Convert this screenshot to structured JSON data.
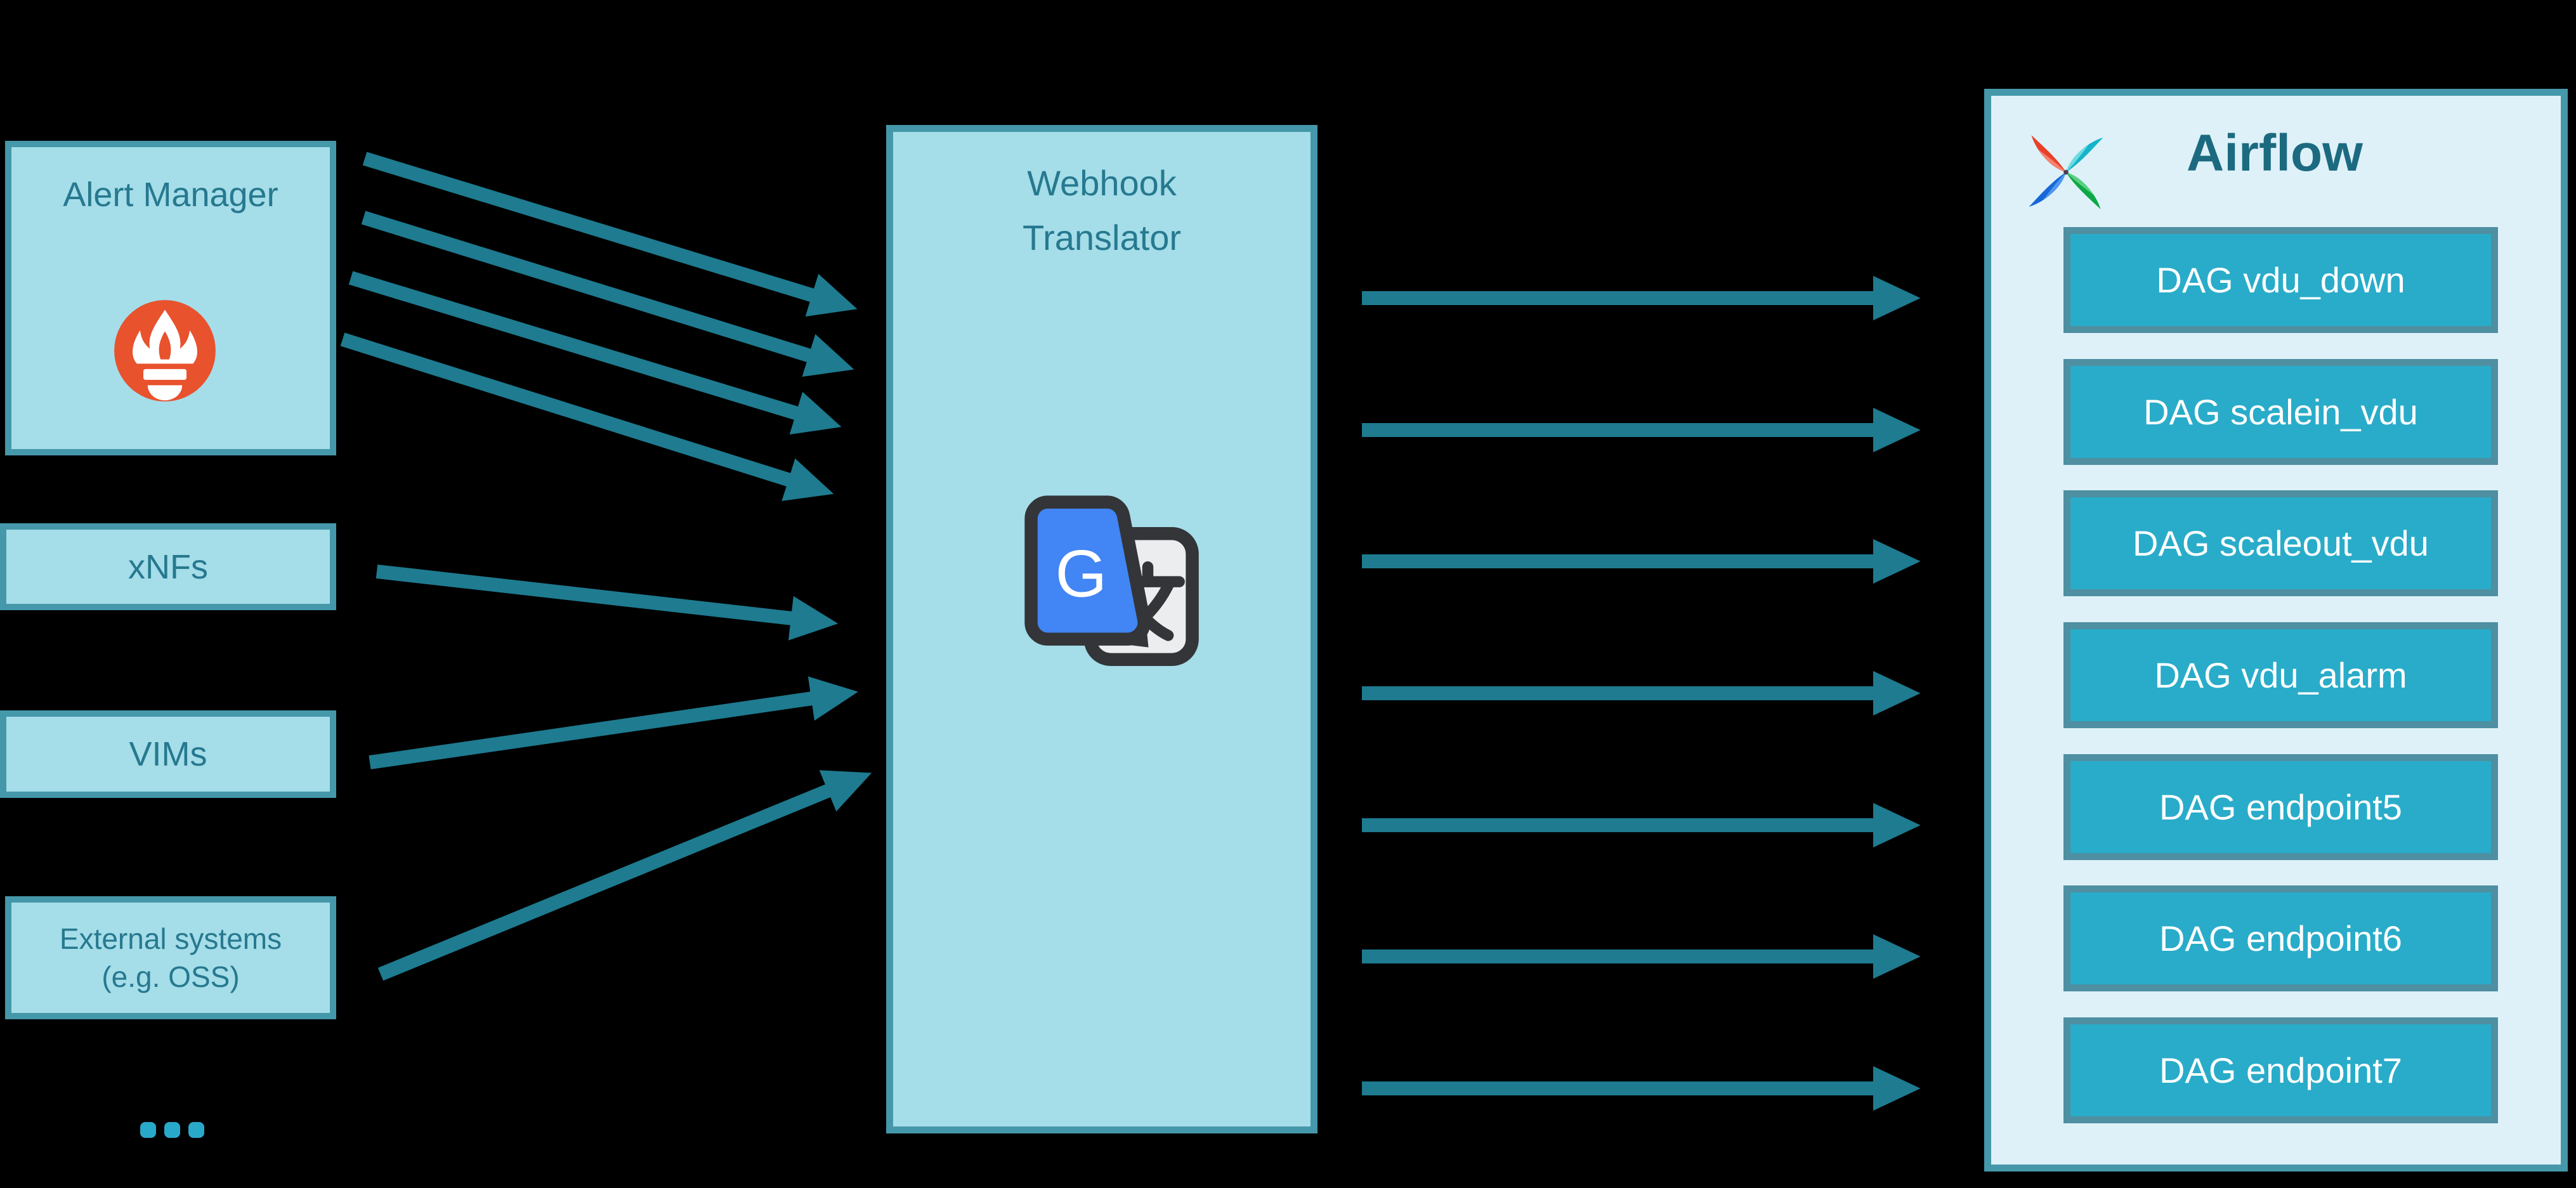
{
  "palette": {
    "bg": "#000000",
    "boxFill": "#a5dde9",
    "boxBorder": "#4597aa",
    "boxText": "#26798f",
    "arrow": "#1e7b90",
    "airflowFill": "#def1f8",
    "airflowTitle": "#1c6a80",
    "dagFill": "#29acc9",
    "dagBorder": "#4e8fa2",
    "dagText": "#ffffff",
    "prometheus": "#e8522d",
    "dots": "#29a9ca",
    "gblue": "#4285f4",
    "gblueDark": "#3367d6",
    "gcard": "#ebedef",
    "gink": "#333538"
  },
  "sources": {
    "alert_manager": {
      "label": "Alert Manager",
      "icon": "prometheus-icon"
    },
    "xnfs": {
      "label": "xNFs"
    },
    "vims": {
      "label": "VIMs"
    },
    "external": {
      "line1": "External systems",
      "line2": "(e.g. OSS)"
    },
    "more_indicator": "..."
  },
  "translator": {
    "line1": "Webhook",
    "line2": "Translator",
    "icon": "google-translate-icon",
    "g_glyph": "G"
  },
  "airflow": {
    "title": "Airflow",
    "icon": "airflow-pinwheel-icon",
    "dags": [
      "DAG vdu_down",
      "DAG scalein_vdu",
      "DAG scaleout_vdu",
      "DAG vdu_alarm",
      "DAG endpoint5",
      "DAG endpoint6",
      "DAG endpoint7"
    ]
  }
}
